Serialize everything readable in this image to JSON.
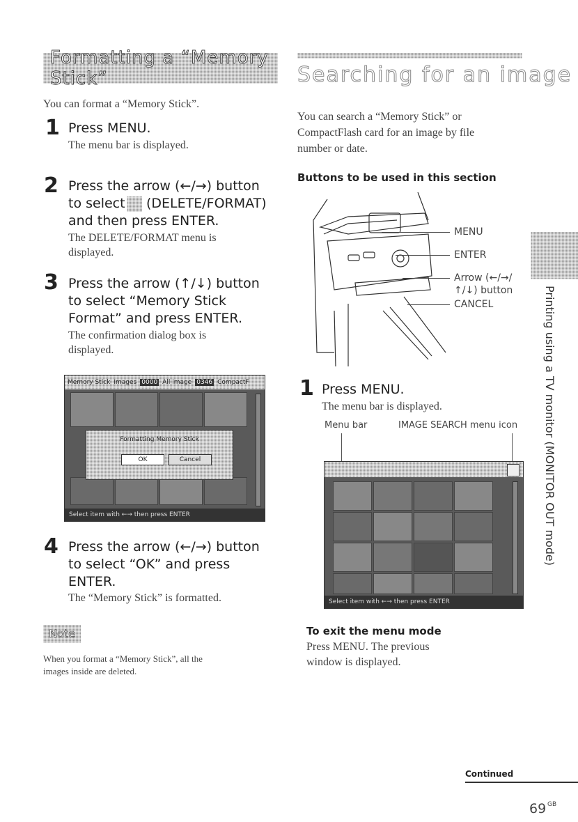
{
  "left": {
    "title": "Formatting a “Memory Stick”",
    "intro": "You can format a “Memory Stick”.",
    "steps": [
      {
        "num": "1",
        "title": "Press MENU.",
        "desc": "The menu bar is displayed."
      },
      {
        "num": "2",
        "title_a": "Press the arrow (←/→) button",
        "title_b": "to select",
        "title_c": "(DELETE/FORMAT)",
        "title_d": "and then press ENTER.",
        "desc_a": "The DELETE/FORMAT menu is",
        "desc_b": "displayed."
      },
      {
        "num": "3",
        "title_a": "Press the arrow (↑/↓) button",
        "title_b": "to select “Memory Stick",
        "title_c": "Format” and press ENTER.",
        "desc_a": "The confirmation dialog box is",
        "desc_b": "displayed."
      },
      {
        "num": "4",
        "title_a": "Press the arrow (←/→) button",
        "title_b": "to select “OK” and press",
        "title_c": "ENTER.",
        "desc": "The “Memory Stick” is formatted."
      }
    ],
    "screen": {
      "menu_label": "Memory Stick",
      "menu_images": "Images",
      "menu_count": "0000",
      "menu_all": "All image",
      "menu_count2": "0346",
      "menu_compat": "CompactF",
      "dialog_title": "Formatting Memory Stick",
      "ok": "OK",
      "cancel": "Cancel",
      "status": "Select item with ←→ then press ENTER"
    },
    "note_label": "Note",
    "note_text_a": "When you format a “Memory Stick”, all the",
    "note_text_b": "images inside are deleted."
  },
  "right": {
    "title": "Searching for an image",
    "intro_a": "You can search a “Memory Stick” or",
    "intro_b": "CompactFlash card for an image by file",
    "intro_c": "number or date.",
    "buttons_heading": "Buttons to be used in this section",
    "callouts": {
      "menu": "MENU",
      "enter": "ENTER",
      "arrow_a": "Arrow (←/→/",
      "arrow_b": "↑/↓) button",
      "cancel": "CANCEL"
    },
    "step1": {
      "num": "1",
      "title": "Press MENU.",
      "desc": "The menu bar is displayed."
    },
    "menu_bar_label": "Menu bar",
    "image_search_label": "IMAGE SEARCH menu icon",
    "screen_status": "Select item with ←→ then press ENTER",
    "exit_heading": "To exit the menu mode",
    "exit_text_a": "Press MENU.  The previous",
    "exit_text_b": "window is displayed."
  },
  "side_tab": "Printing using a TV monitor (MONITOR OUT mode)",
  "footer": {
    "continued": "Continued",
    "page": "69",
    "page_suffix": "GB"
  }
}
